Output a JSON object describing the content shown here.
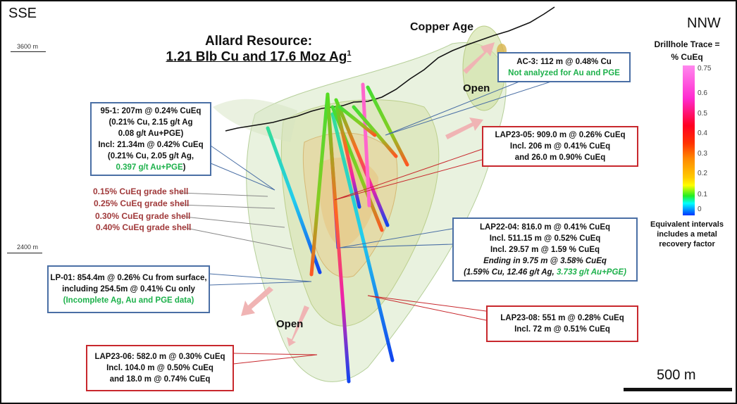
{
  "directions": {
    "left": "SSE",
    "right": "NNW"
  },
  "elevations": [
    "3600 m",
    "2400 m"
  ],
  "title": {
    "line1": "Allard Resource:",
    "line2": "1.21 Blb Cu and 17.6 Moz Ag",
    "footnote": "1"
  },
  "copper_age": "Copper Age",
  "open_labels": [
    "Open",
    "Open"
  ],
  "grade_shells": [
    "0.15% CuEq grade shell",
    "0.25% CuEq grade shell",
    "0.30% CuEq grade shell",
    "0.40% CuEq grade shell"
  ],
  "callouts": {
    "hole_95_1": [
      "95-1: 207m @ 0.24% CuEq",
      "(0.21% Cu, 2.15 g/t Ag",
      "0.08 g/t Au+PGE)",
      "Incl: 21.34m @ 0.42% CuEq",
      "(0.21% Cu, 2.05 g/t Ag,",
      "0.397 g/t Au+PGE",
      ")"
    ],
    "ac_3": [
      "AC-3: 112 m @ 0.48% Cu",
      "Not analyzed for Au and PGE"
    ],
    "lap23_05": [
      "LAP23-05: 909.0 m @ 0.26% CuEq",
      "Incl. 206 m @ 0.41% CuEq",
      "and 26.0 m 0.90% CuEq"
    ],
    "lap22_04": [
      "LAP22-04: 816.0 m @ 0.41% CuEq",
      "Incl. 511.15 m @ 0.52% CuEq",
      "Incl. 29.57 m @ 1.59 % CuEq",
      "Ending in 9.75 m @ 3.58% CuEq",
      "(1.59% Cu, 12.46 g/t Ag, ",
      "3.733 g/t Au+PGE)"
    ],
    "lp_01": [
      "LP-01: 854.4m @ 0.26% Cu from surface,",
      "including 254.5m @ 0.41% Cu only",
      "(Incomplete Ag, Au and PGE data)"
    ],
    "lap23_08": [
      "LAP23-08: 551 m @ 0.28% CuEq",
      "Incl. 72 m @ 0.51% CuEq"
    ],
    "lap23_06": [
      "LAP23-06: 582.0 m @ 0.30% CuEq",
      "Incl. 104.0 m @ 0.50% CuEq",
      "and 18.0 m  @ 0.74% CuEq"
    ]
  },
  "legend": {
    "title": [
      "Drillhole Trace =",
      "% CuEq"
    ],
    "ticks": [
      "0.75",
      "0.6",
      "0.5",
      "0.4",
      "0.3",
      "0.2",
      "0.1",
      "0"
    ],
    "note": [
      "Equivalent intervals",
      "includes a metal",
      "recovery factor"
    ]
  },
  "scale": {
    "label": "500 m"
  },
  "colors": {
    "callout_blue": "#4a6fa5",
    "callout_red": "#c8282d",
    "green_text": "#1db14b",
    "shell_text": "#a0393a"
  }
}
